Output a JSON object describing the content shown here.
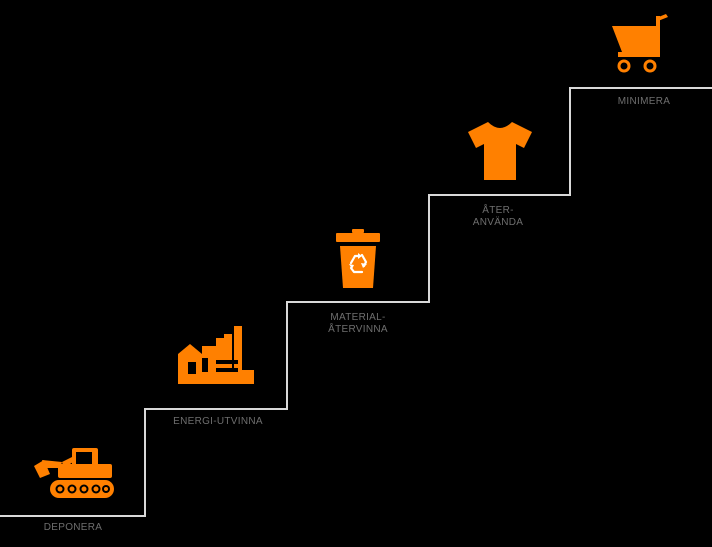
{
  "colors": {
    "accent": "#ff8000",
    "line": "#d9d9d9",
    "label": "#6e6e6e",
    "background": "#000000"
  },
  "steps": [
    {
      "label_lines": [
        "DEPONERA"
      ],
      "icon": "excavator-icon"
    },
    {
      "label_lines": [
        "ENERGI-UTVINNA"
      ],
      "icon": "factory-icon"
    },
    {
      "label_lines": [
        "MATERIAL-",
        "ÅTERVINNA"
      ],
      "icon": "recycle-bin-icon"
    },
    {
      "label_lines": [
        "ÅTER-",
        "ANVÄNDA"
      ],
      "icon": "tshirt-icon"
    },
    {
      "label_lines": [
        "MINIMERA"
      ],
      "icon": "shopping-cart-icon"
    }
  ]
}
